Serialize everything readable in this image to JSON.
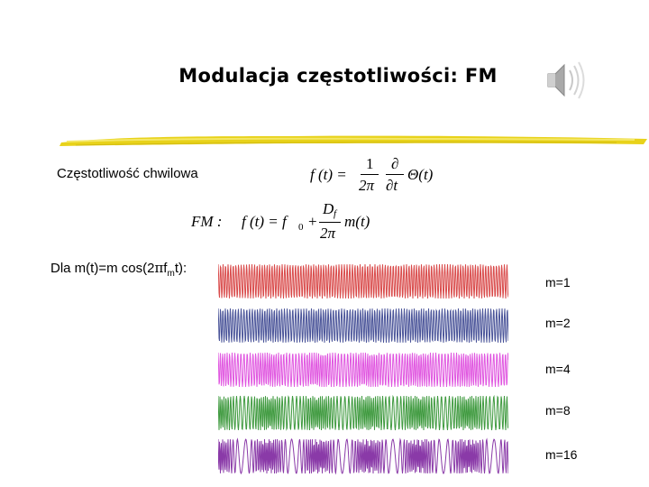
{
  "slide": {
    "title": "Modulacja częstotliwości: FM",
    "icon": "speaker-icon",
    "accent_bar_color": "#e8d21a"
  },
  "instantaneous": {
    "label": "Częstotliwość chwilowa"
  },
  "dla": {
    "prefix": "Dla  m(t)=m cos(2",
    "pi": "π",
    "f": "f",
    "sub": "m",
    "suffix": "t):"
  },
  "equations": {
    "eq1": {
      "lhs": "f (t) =",
      "num": "1",
      "den": "2π",
      "dnum": "∂",
      "dden": "∂t",
      "theta": "Θ(t)"
    },
    "eq2": {
      "label": "FM :",
      "lhs": "f (t) = f",
      "sub0": "0",
      "plus": "+",
      "num_d": "D",
      "num_f": "f",
      "den": "2π",
      "tail": "m(t)"
    }
  },
  "panels": [
    {
      "label": "m=1",
      "color": "#d94a4a",
      "m": 1
    },
    {
      "label": "m=2",
      "color": "#4a5499",
      "m": 2
    },
    {
      "label": "m=4",
      "color": "#e056e0",
      "m": 4
    },
    {
      "label": "m=8",
      "color": "#3f9a3f",
      "m": 8
    },
    {
      "label": "m=16",
      "color": "#8a3aa8",
      "m": 16
    }
  ]
}
